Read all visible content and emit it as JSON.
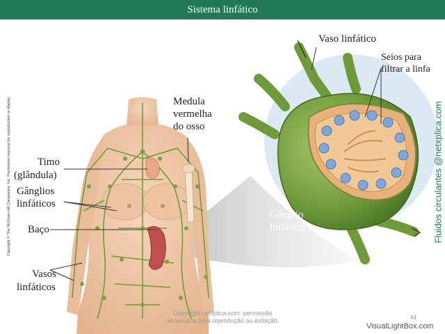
{
  "title": "Sistema linfático",
  "labels": {
    "vaso_linfatico": "Vaso linfático",
    "seios_l1": "Seios para",
    "seios_l2": "filtrar a linfa",
    "medula_l1": "Medula",
    "medula_l2": "vermelha",
    "medula_l3": "do osso",
    "timo_l1": "Timo",
    "timo_l2": "(glândula)",
    "ganglios_l1": "Gânglios",
    "ganglios_l2": "linfáticos",
    "baco": "Baço",
    "vasos_l1": "Vasos",
    "vasos_l2": "linfáticos",
    "ganglio_l1": "Gânglio",
    "ganglio_l2": "linfático"
  },
  "side_copyright": "Copyright © The McGraw-Hill Companies, Inc. Permission required for reproduction or display.",
  "side_brand": "Fluidos circulantes @netxplica.com",
  "footer": {
    "line1": "Copyright netxplica.com: permissão",
    "line2": "necessária para reprodução ou exibição."
  },
  "slide_number": "84",
  "watermark": "VisualLightBox.com",
  "colors": {
    "title_bar": "#1f7a55",
    "node_green": "#6f9a3a",
    "vessel_green": "#7aa33f",
    "skin": "#f0c9a8",
    "spleen": "#c0504d",
    "sinus_blue": "#7fa7d9"
  }
}
